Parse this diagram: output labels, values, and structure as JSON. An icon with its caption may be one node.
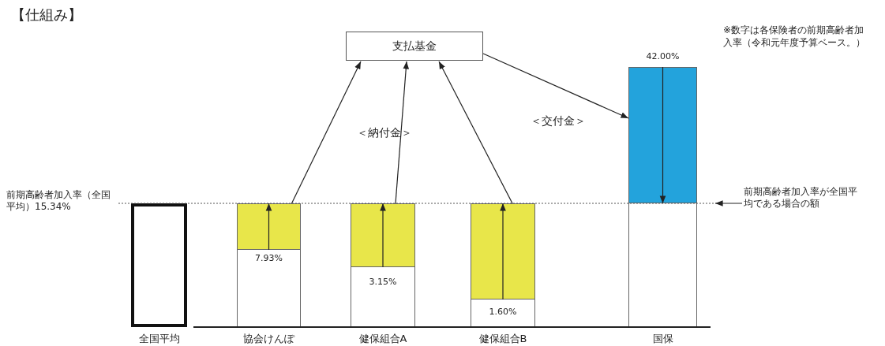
{
  "diagram": {
    "title": "【仕組み】",
    "nodes": [
      {
        "text": [
          "支払基金"
        ]
      },
      {
        "text": [
          "全国平均"
        ]
      },
      {
        "text": [
          "7.93%",
          "協会けんぽ"
        ]
      },
      {
        "text": [],
        "shape": "bar",
        "in": 2
      },
      {
        "text": [
          "3.15%",
          "健保組合A"
        ]
      },
      {
        "text": [],
        "shape": "bar",
        "in": 4
      },
      {
        "text": [
          "1.60%",
          "健保組合B"
        ]
      },
      {
        "text": [],
        "shape": "bar",
        "in": 6
      },
      {
        "text": [
          "42.00%",
          "国保"
        ]
      },
      {
        "text": [],
        "shape": "bar",
        "in": 8
      },
      {
        "text": [
          "前期高齢者加入率が全国平均である場合の額"
        ]
      }
    ],
    "edges": [
      {
        "from": 3,
        "to": 0,
        "arrow": "to"
      },
      {
        "from": 5,
        "to": 0,
        "arrow": "to"
      },
      {
        "from": 7,
        "to": 0,
        "arrow": "to"
      },
      {
        "from": 0,
        "to": 9,
        "arrow": "to"
      },
      {
        "from": 10,
        "to": null,
        "arrow": "to"
      }
    ],
    "labels": [
      "※数字は各保険者の前期高齢者加入率（令和元年度予算ベース。）",
      "＜交付金＞",
      "＜納付金＞",
      "前期高齢者加入率（全国平均）15.34%"
    ]
  }
}
